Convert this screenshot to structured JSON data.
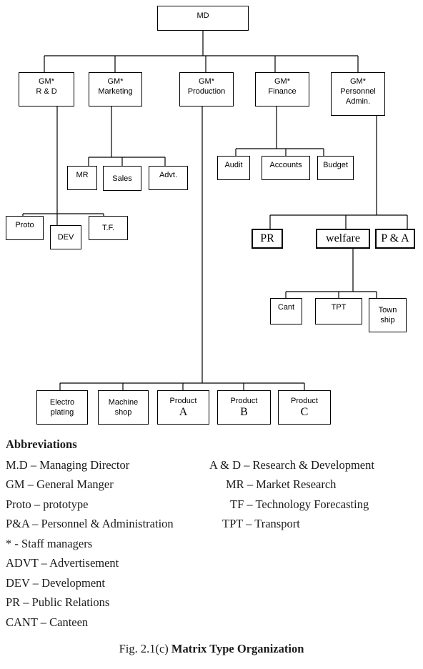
{
  "nodes": {
    "md": [
      "MD"
    ],
    "gm_rd": [
      "GM*",
      "R & D"
    ],
    "gm_marketing": [
      "GM*",
      "Marketing"
    ],
    "gm_production": [
      "GM*",
      "Production"
    ],
    "gm_finance": [
      "GM*",
      "Finance"
    ],
    "gm_personnel": [
      "GM*",
      "Personnel",
      "Admin."
    ],
    "mr": [
      "MR"
    ],
    "sales": [
      "Sales"
    ],
    "advt": [
      "Advt."
    ],
    "audit": [
      "Audit"
    ],
    "accounts": [
      "Accounts"
    ],
    "budget": [
      "Budget"
    ],
    "proto": [
      "Proto"
    ],
    "dev": [
      "DEV"
    ],
    "tf": [
      "T.F."
    ],
    "pr": [
      "PR"
    ],
    "welfare": [
      "welfare"
    ],
    "pa": [
      "P & A"
    ],
    "cant": [
      "Cant"
    ],
    "tpt": [
      "TPT"
    ],
    "township": [
      "Town",
      "ship"
    ],
    "electroplating": [
      "Electro",
      "plating"
    ],
    "machine_shop": [
      "Machine",
      "shop"
    ],
    "product_a": [
      "Product",
      "A"
    ],
    "product_b": [
      "Product",
      "B"
    ],
    "product_c": [
      "Product",
      "C"
    ]
  },
  "legend": {
    "heading": "Abbreviations",
    "left": [
      "M.D – Managing Director",
      "GM – General Manger",
      "Proto – prototype",
      "P&A – Personnel & Administration",
      "* - Staff managers",
      "ADVT – Advertisement",
      "DEV – Development",
      "PR – Public Relations",
      "CANT – Canteen"
    ],
    "right": [
      "A & D – Research & Development",
      "MR – Market Research",
      "TF – Technology Forecasting",
      "TPT – Transport"
    ]
  },
  "caption": {
    "prefix": "Fig. 2.1(c) ",
    "title": "Matrix Type Organization"
  }
}
